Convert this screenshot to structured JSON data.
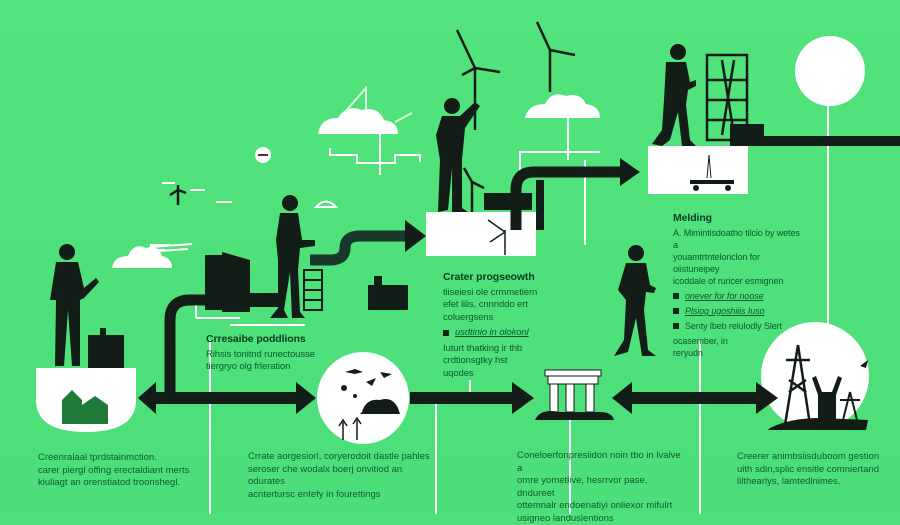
{
  "colors": {
    "background": "#4fe07a",
    "ink": "#111d16",
    "text": "#0d5a2c",
    "white": "#ffffff",
    "accent_dark_green": "#1f6b3a"
  },
  "stages": [
    {
      "id": "stage-1",
      "caption": [
        "Creenralaal tprdstainmction.",
        "carer piergl offing erectaldiant merts",
        "kiuliagt an orenstiatod troonshegl."
      ]
    },
    {
      "id": "stage-2",
      "label": {
        "title": "Crresaibe poddlions",
        "lines": [
          "Rihsis tonitnd runectousse",
          "tiergryo olg frleration"
        ]
      },
      "caption": [
        "Crrate aorgesiorl, coryerodoit dastle pahles",
        "seroser che wodalx boerj onvitiod an odurates",
        "acntertursc entefy in fourettings"
      ]
    },
    {
      "id": "stage-3",
      "label": {
        "title": "Crater progseowth",
        "lines": [
          "tiiseiesi ole crmmetiern",
          "efet lilis, cnnnddo ert",
          "coluergsens"
        ],
        "bullet": "usdtinio in olokonl",
        "after": [
          "Iuturt thatking ir thb",
          "crdtionsgtky hst",
          "uqodes"
        ]
      },
      "caption": [
        "Coneloerfonpresiidon noin tbo in lvalve a",
        "omre yometlive, hesrrvor pase, dndureet",
        "ottemnalr endoenatiyi onliexor mifulrt",
        "usigneo landuslentions"
      ]
    },
    {
      "id": "stage-4",
      "label": {
        "title": "Melding",
        "lines": [
          "A. Mimintisdoatho tilcio by wetes a",
          "youamtrtntelonclon for oiistuneipey",
          "icoddale of ruricer esmignen"
        ],
        "bullets": [
          "onever for for noose",
          "Plsiog ugoshiiis Iuso",
          "Senty lbeb relulodly Slert"
        ],
        "after": [
          "ocasember, in",
          "reryudn"
        ]
      },
      "caption": [
        "Creerer animbsiisduboom gestion",
        "uith sdin,splic ensitle comniertand",
        "lilthearlys, lamtedlnimes."
      ]
    }
  ],
  "icons": {
    "flow-arrows": "right-arrow",
    "wind-turbine": "wind-turbine",
    "cloud": "cloud",
    "power-tower": "transmission-tower",
    "building": "building",
    "person": "businessman-silhouette"
  }
}
